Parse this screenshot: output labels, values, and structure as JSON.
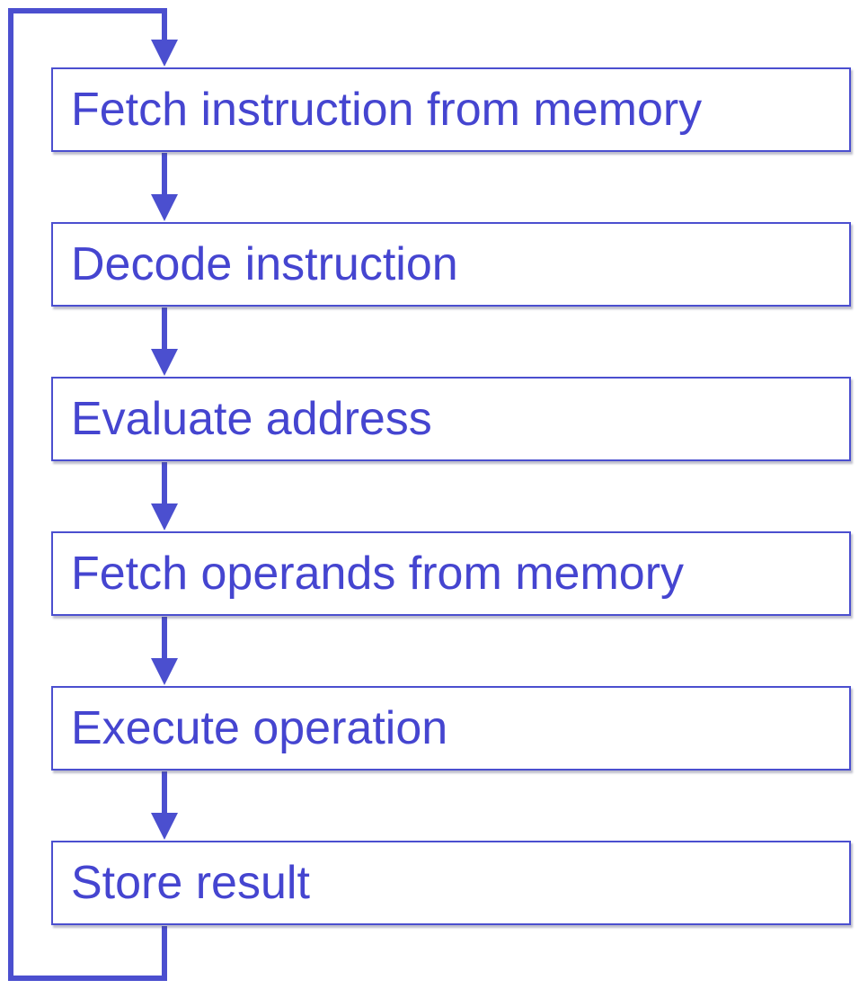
{
  "diagram": {
    "steps": [
      {
        "label": "Fetch instruction from memory"
      },
      {
        "label": "Decode instruction"
      },
      {
        "label": "Evaluate address"
      },
      {
        "label": "Fetch operands from memory"
      },
      {
        "label": "Execute operation"
      },
      {
        "label": "Store result"
      }
    ],
    "colors": {
      "stroke": "#4b4fcf",
      "text": "#4545d0",
      "box_fill": "#ffffff"
    }
  }
}
